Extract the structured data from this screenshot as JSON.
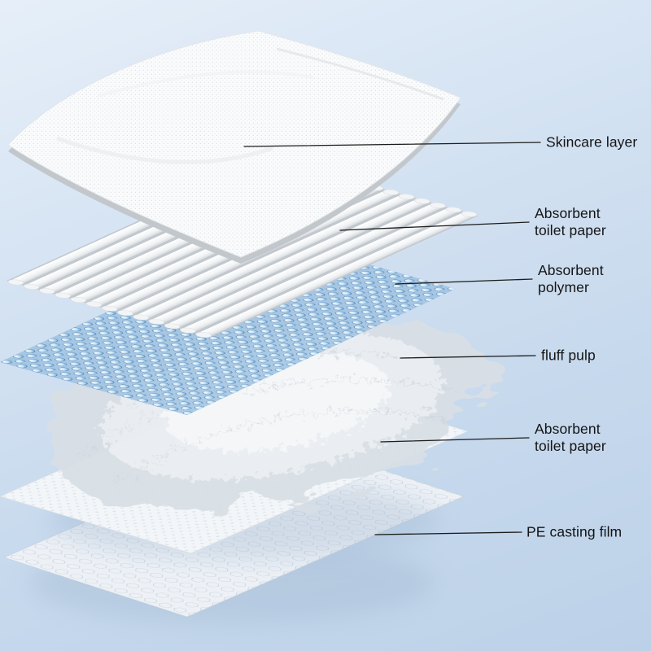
{
  "scene": {
    "description": "Exploded layer diagram of an absorbent hygiene pad"
  },
  "colors": {
    "background_top": "#e6eff9",
    "background_bottom": "#bcd1e8",
    "leader_line": "#1c1c1c",
    "label_text": "#141414",
    "polymer_bead_blue": "#7fb3d9",
    "rod_white": "#f2f4f6",
    "fluff_gray": "#dfe5ea",
    "sheet_white": "#fafbfc"
  },
  "labels": {
    "skincare": "Skincare layer",
    "toilet_paper_top": "Absorbent\ntoilet paper",
    "polymer": "Absorbent\npolymer",
    "fluff": "fluff pulp",
    "toilet_paper_bottom": "Absorbent\ntoilet paper",
    "pe_film": "PE casting film"
  }
}
